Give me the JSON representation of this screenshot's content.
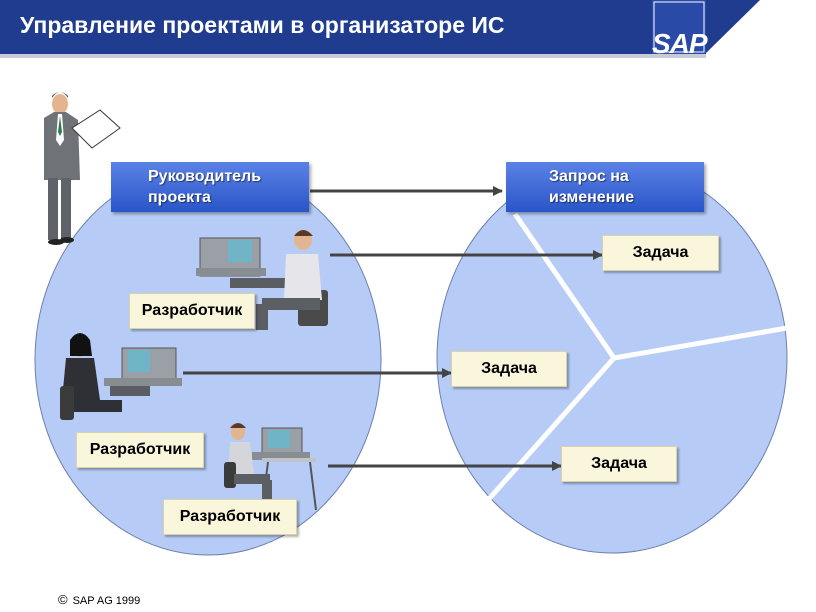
{
  "header": {
    "title": "Управление проектами в организаторе ИС",
    "logo": "SAP"
  },
  "diagram": {
    "project_manager": "Руководитель проекта",
    "change_request": "Запрос на изменение",
    "developers": [
      "Разработчик",
      "Разработчик",
      "Разработчик"
    ],
    "tasks": [
      "Задача",
      "Задача",
      "Задача"
    ]
  },
  "footer": {
    "copyright_symbol": "©",
    "copyright_text": "SAP AG 1999"
  },
  "colors": {
    "header_blue": "#1f3c8f",
    "ellipse_fill": "#b6ccf7",
    "box_blue": "#3a64d4",
    "label_fill": "#faf6dc",
    "arrow": "#444444"
  }
}
